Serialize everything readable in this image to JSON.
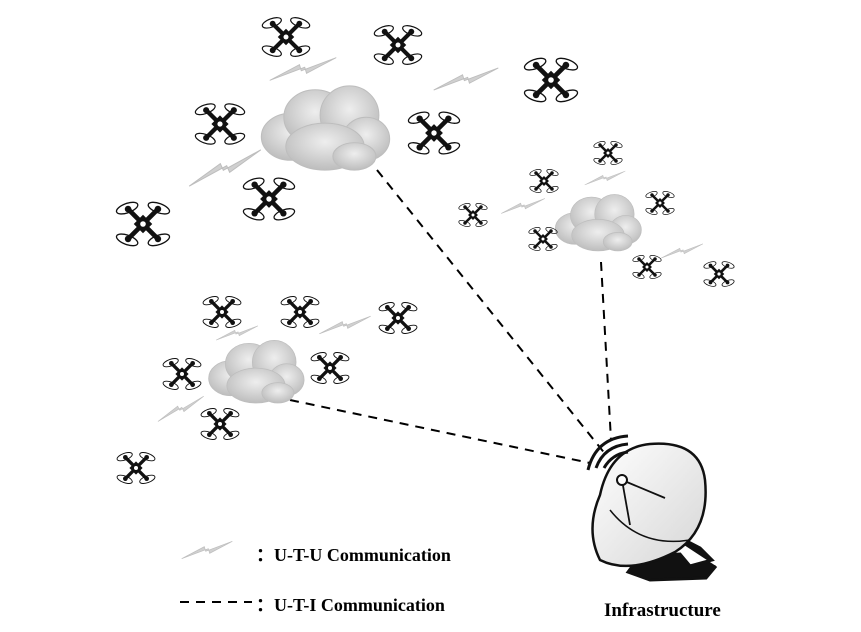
{
  "legend": {
    "utu_label": "：U-T-U Communication",
    "uti_label": "：U-T-I Communication"
  },
  "infrastructure_label": "Infrastructure",
  "icons": {
    "drone": "drone-icon",
    "cloud": "cloud-icon",
    "wireless_link": "lightning-bolt-icon",
    "infrastructure": "satellite-dish-icon"
  },
  "colors": {
    "drone": "#111111",
    "cloud_fill": "#d9d9d9",
    "cloud_shade": "#b8b8b8",
    "bolt": "#cfcfcf",
    "dashed_line": "#000000"
  }
}
